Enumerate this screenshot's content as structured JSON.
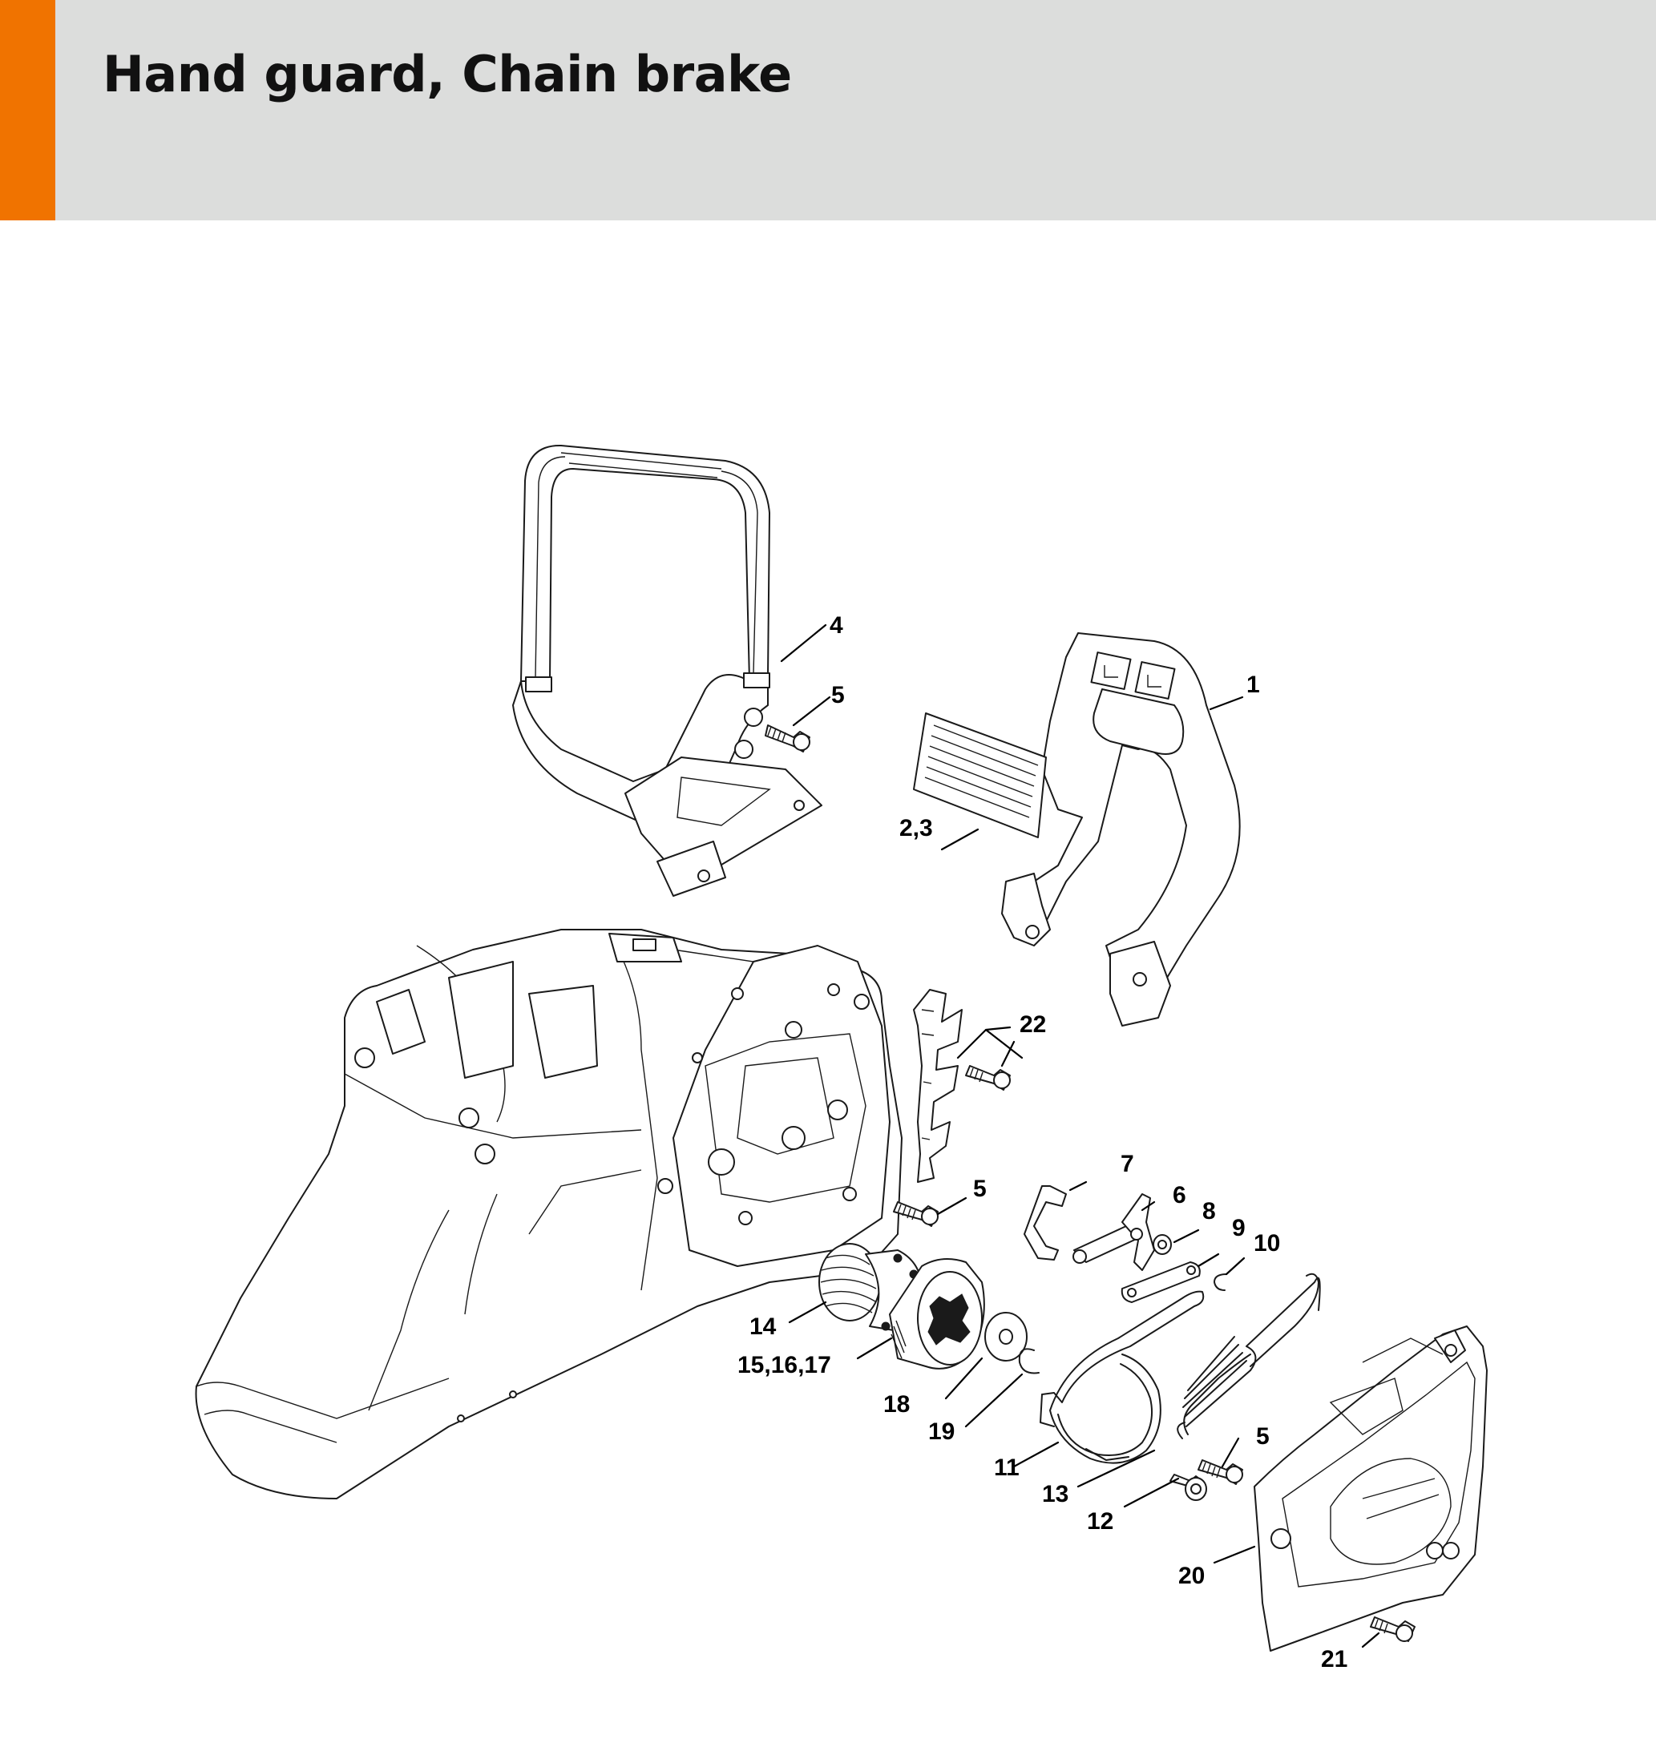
{
  "page": {
    "title": "Hand guard, Chain brake",
    "accent_color": "#f07300",
    "header_color": "#dcdddc"
  },
  "labels": [
    {
      "id": "label-4",
      "text": "4"
    },
    {
      "id": "label-5-handlebar",
      "text": "5"
    },
    {
      "id": "label-1",
      "text": "1"
    },
    {
      "id": "label-2-3",
      "text": "2,3"
    },
    {
      "id": "label-22",
      "text": "22"
    },
    {
      "id": "label-7",
      "text": "7"
    },
    {
      "id": "label-5-mid",
      "text": "5"
    },
    {
      "id": "label-6",
      "text": "6"
    },
    {
      "id": "label-8",
      "text": "8"
    },
    {
      "id": "label-9",
      "text": "9"
    },
    {
      "id": "label-10",
      "text": "10"
    },
    {
      "id": "label-14",
      "text": "14"
    },
    {
      "id": "label-15-16-17",
      "text": "15,16,17"
    },
    {
      "id": "label-18",
      "text": "18"
    },
    {
      "id": "label-19",
      "text": "19"
    },
    {
      "id": "label-11",
      "text": "11"
    },
    {
      "id": "label-5-lower",
      "text": "5"
    },
    {
      "id": "label-13",
      "text": "13"
    },
    {
      "id": "label-12",
      "text": "12"
    },
    {
      "id": "label-20",
      "text": "20"
    },
    {
      "id": "label-21",
      "text": "21"
    }
  ]
}
